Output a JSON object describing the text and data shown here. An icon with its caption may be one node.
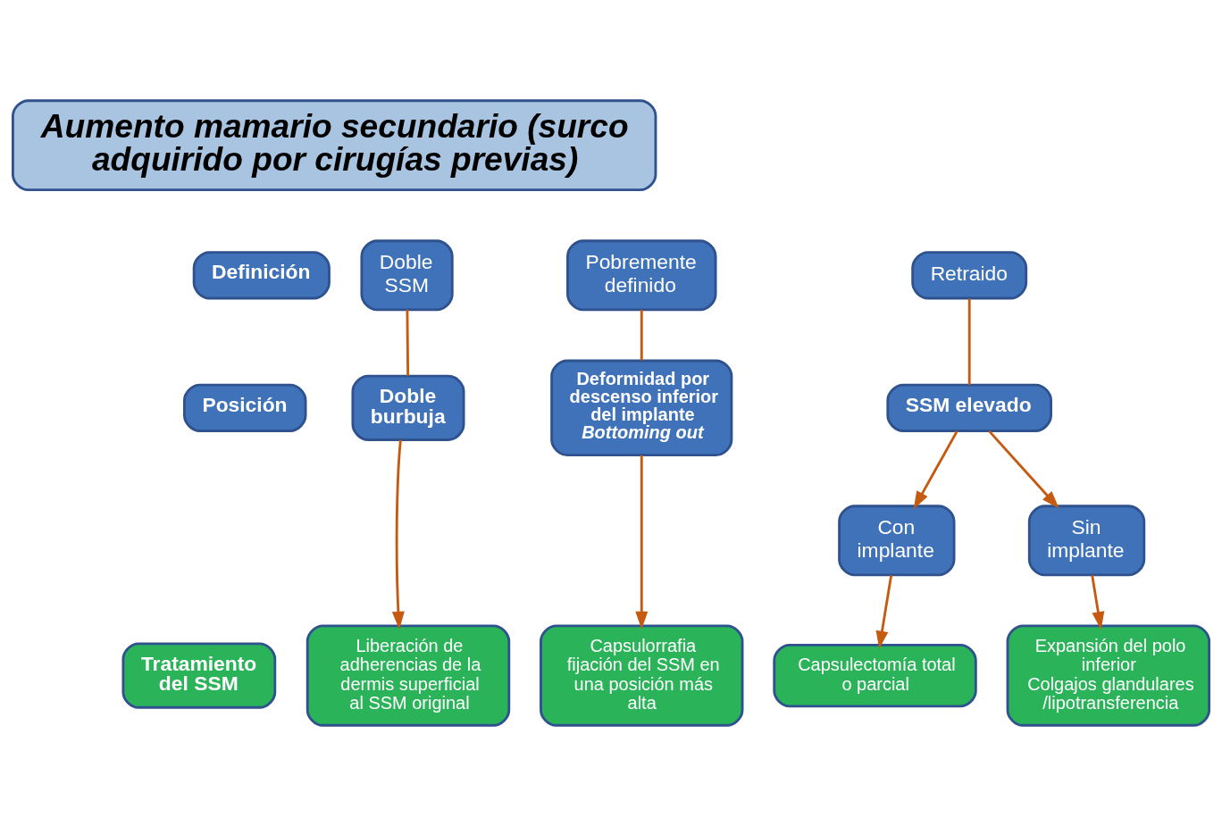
{
  "diagram": {
    "nodes": [
      {
        "text": [
          "Aumento mamario secundario (surco adquirido por cirugías previas)"
        ]
      },
      {
        "text": [
          "Definición"
        ]
      },
      {
        "text": [
          "Retraido"
        ]
      },
      {
        "text": [
          "Doble SSM"
        ]
      },
      {
        "text": [
          "Pobremente definido"
        ]
      },
      {
        "text": [
          "Posición"
        ]
      },
      {
        "text": [
          "SSM elevado"
        ]
      },
      {
        "text": [
          "Doble burbuja"
        ]
      },
      {
        "text": [
          "Deformidad por descenso inferior del implante",
          "Bottoming out"
        ]
      },
      {
        "text": [
          "Con implante"
        ]
      },
      {
        "text": [
          "Sin implante"
        ]
      },
      {
        "text": [
          "Tratamiento del SSM"
        ]
      },
      {
        "text": [
          "Capsulectomía total o parcial"
        ]
      },
      {
        "text": [
          "Expansión del polo inferior",
          "Colgajos glandulares /lipotransferencia"
        ]
      },
      {
        "text": [
          "Liberación de adherencias de la dermis superficial al SSM original"
        ]
      },
      {
        "text": [
          "Capsulorrafia fijación del SSM en una posición más alta"
        ]
      }
    ],
    "edges": [
      {
        "from": 2,
        "to": 6,
        "arrow": "none"
      },
      {
        "from": 6,
        "to": 9,
        "arrow": "to"
      },
      {
        "from": 6,
        "to": 10,
        "arrow": "to"
      },
      {
        "from": 9,
        "to": 12,
        "arrow": "to"
      },
      {
        "from": 10,
        "to": 13,
        "arrow": "to"
      },
      {
        "from": 3,
        "to": 7,
        "arrow": "none"
      },
      {
        "from": 7,
        "to": 14,
        "arrow": "to"
      },
      {
        "from": 4,
        "to": 8,
        "arrow": "none"
      },
      {
        "from": 8,
        "to": 15,
        "arrow": "to"
      }
    ]
  }
}
